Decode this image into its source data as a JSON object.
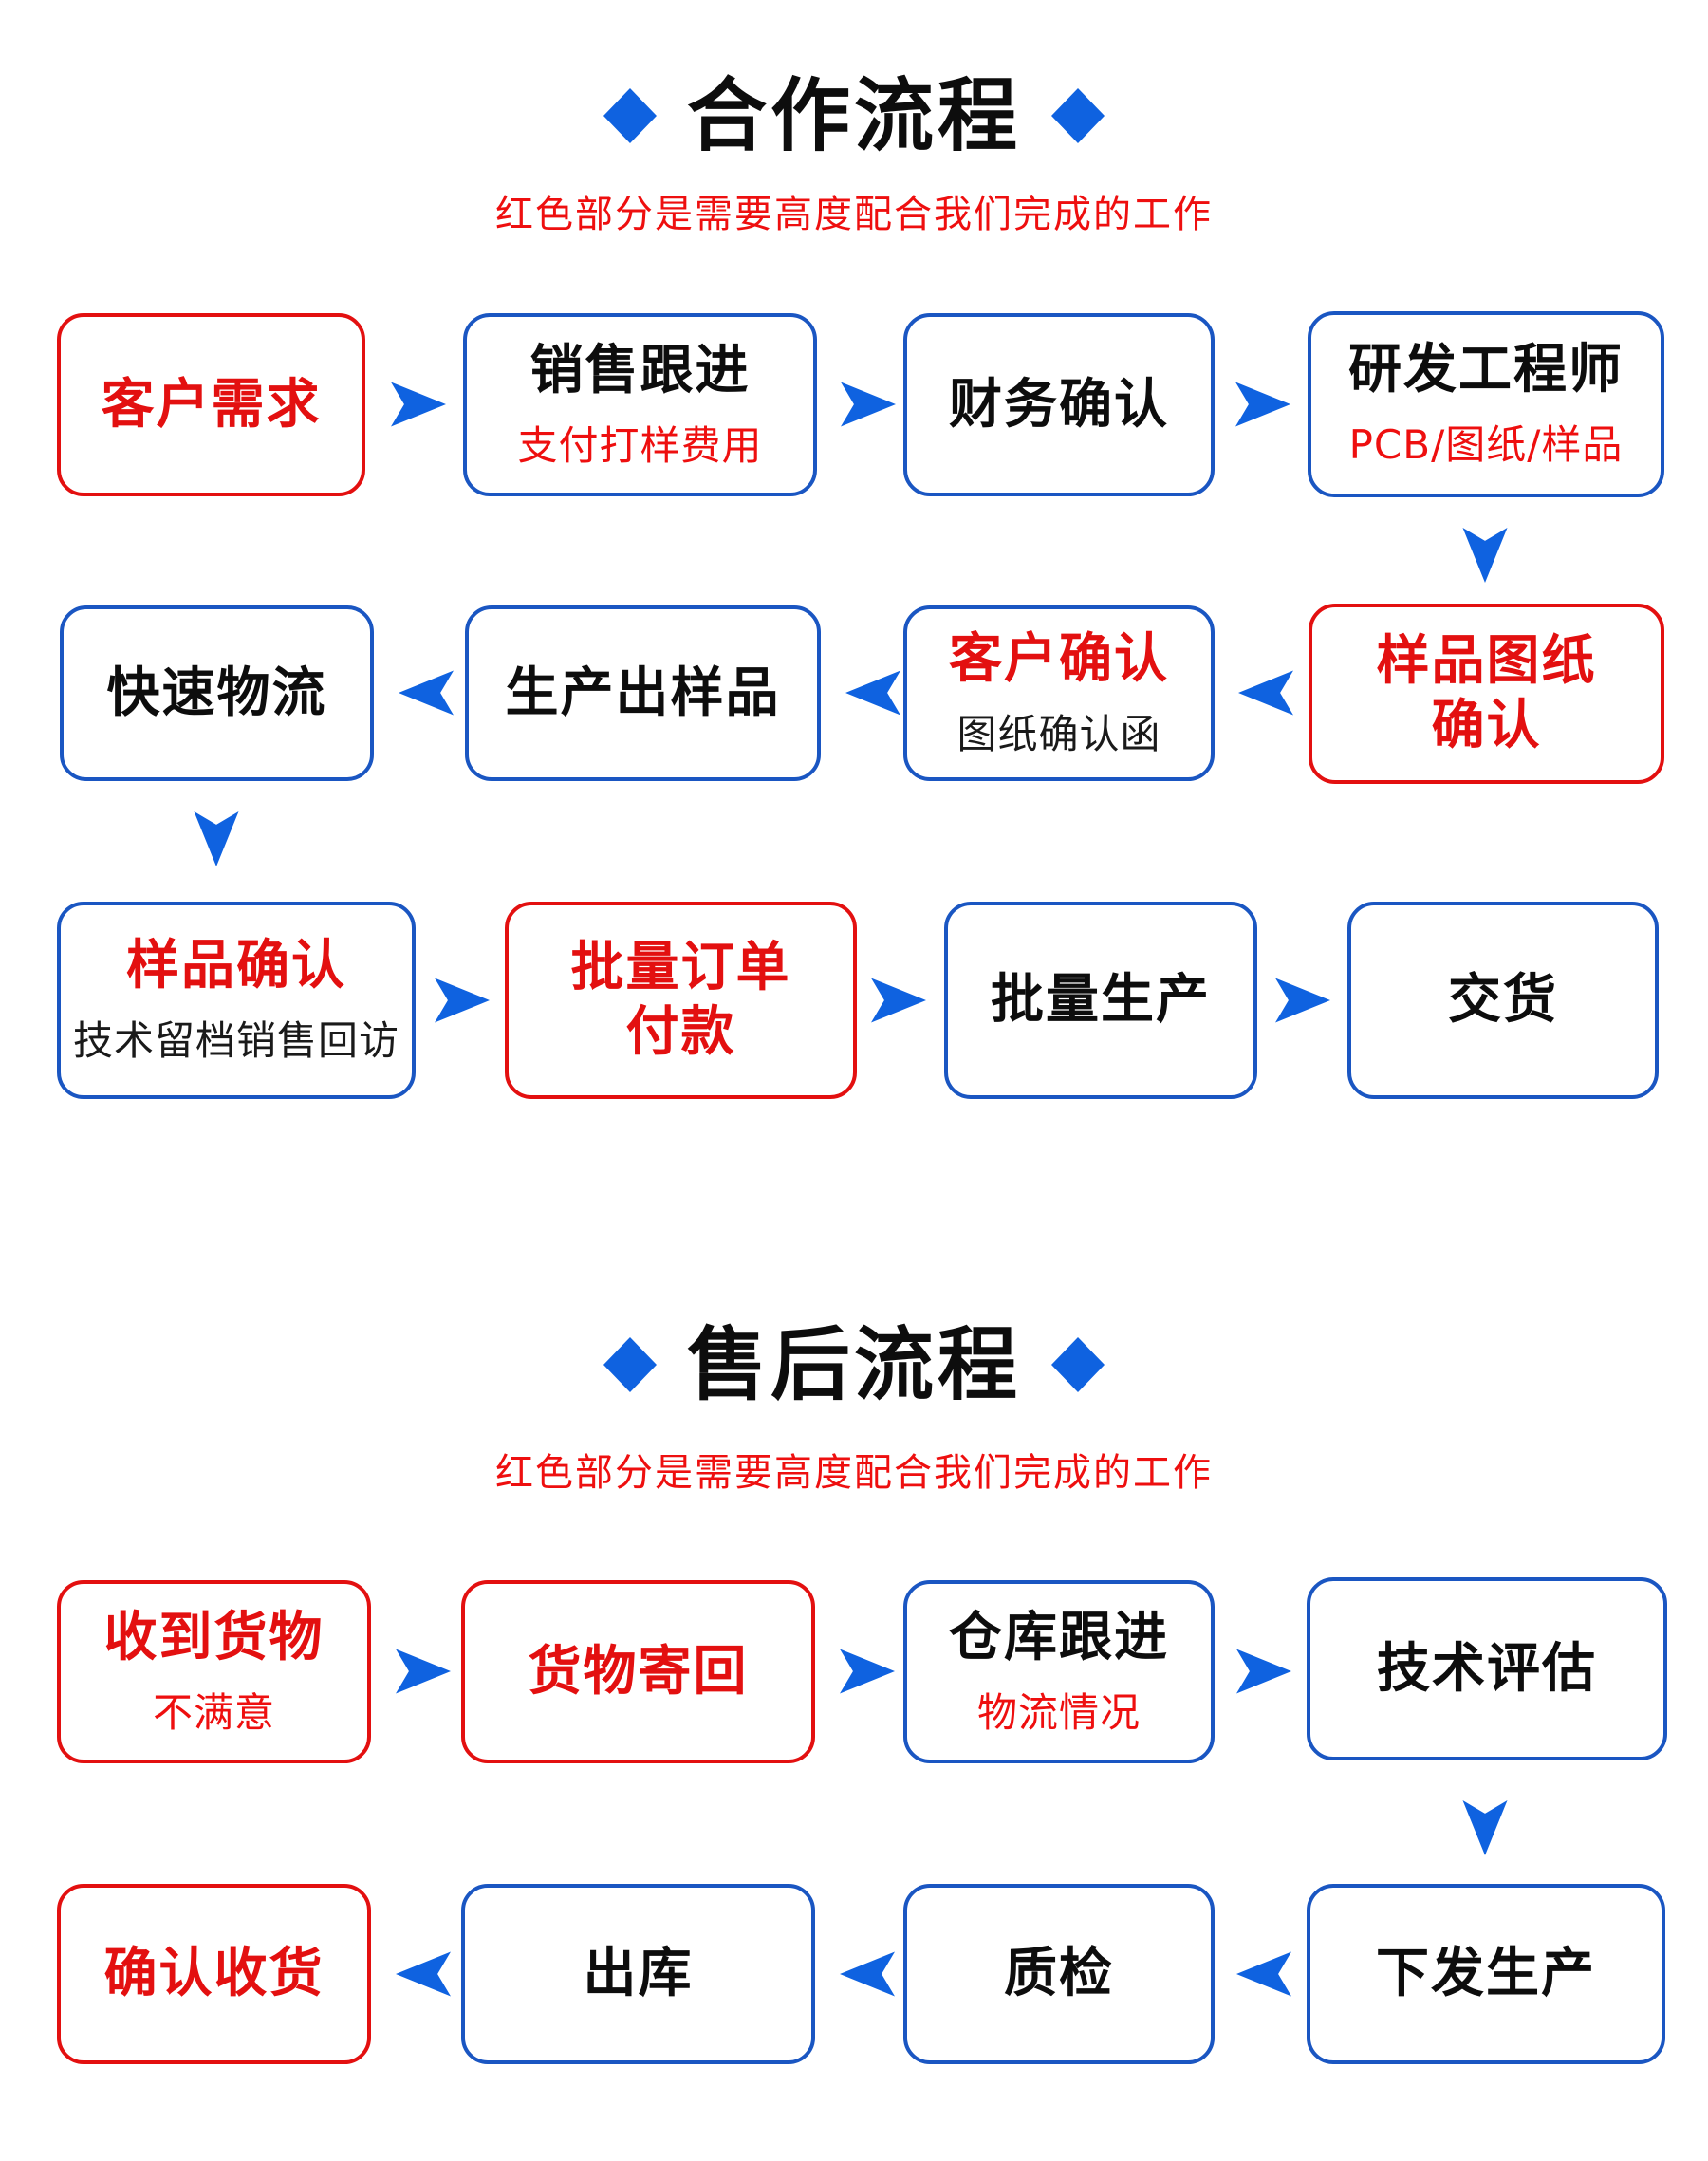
{
  "colors": {
    "box_border_blue": "#1a56c2",
    "box_border_red": "#e31010",
    "arrow_blue": "#0f62e0",
    "text_black": "#0d0d0d",
    "text_red": "#ee0f0f",
    "background": "#ffffff"
  },
  "section1": {
    "title": "合作流程",
    "subtitle": "红色部分是需要高度配合我们完成的工作",
    "boxes": {
      "customer_need": {
        "title": "客户需求"
      },
      "sales_follow": {
        "title": "销售跟进",
        "sub": "支付打样费用"
      },
      "finance_confirm": {
        "title": "财务确认"
      },
      "rd_engineer": {
        "title": "研发工程师",
        "sub": "PCB/图纸/样品"
      },
      "fast_logistics": {
        "title": "快速物流"
      },
      "produce_sample": {
        "title": "生产出样品"
      },
      "customer_confirm": {
        "title": "客户确认",
        "sub": "图纸确认函"
      },
      "sample_drawing_confirm": {
        "line1": "样品图纸",
        "line2": "确认"
      },
      "sample_confirm": {
        "title": "样品确认",
        "sub": "技术留档销售回访"
      },
      "bulk_order_payment": {
        "line1": "批量订单",
        "line2": "付款"
      },
      "bulk_production": {
        "title": "批量生产"
      },
      "delivery": {
        "title": "交货"
      }
    }
  },
  "section2": {
    "title": "售后流程",
    "subtitle": "红色部分是需要高度配合我们完成的工作",
    "boxes": {
      "receive_goods": {
        "title": "收到货物",
        "sub": "不满意"
      },
      "return_goods": {
        "title": "货物寄回"
      },
      "warehouse_follow": {
        "title": "仓库跟进",
        "sub": "物流情况"
      },
      "tech_evaluate": {
        "title": "技术评估"
      },
      "issue_production": {
        "title": "下发生产"
      },
      "quality_check": {
        "title": "质检"
      },
      "outbound": {
        "title": "出库"
      },
      "confirm_receipt": {
        "title": "确认收货"
      }
    }
  }
}
